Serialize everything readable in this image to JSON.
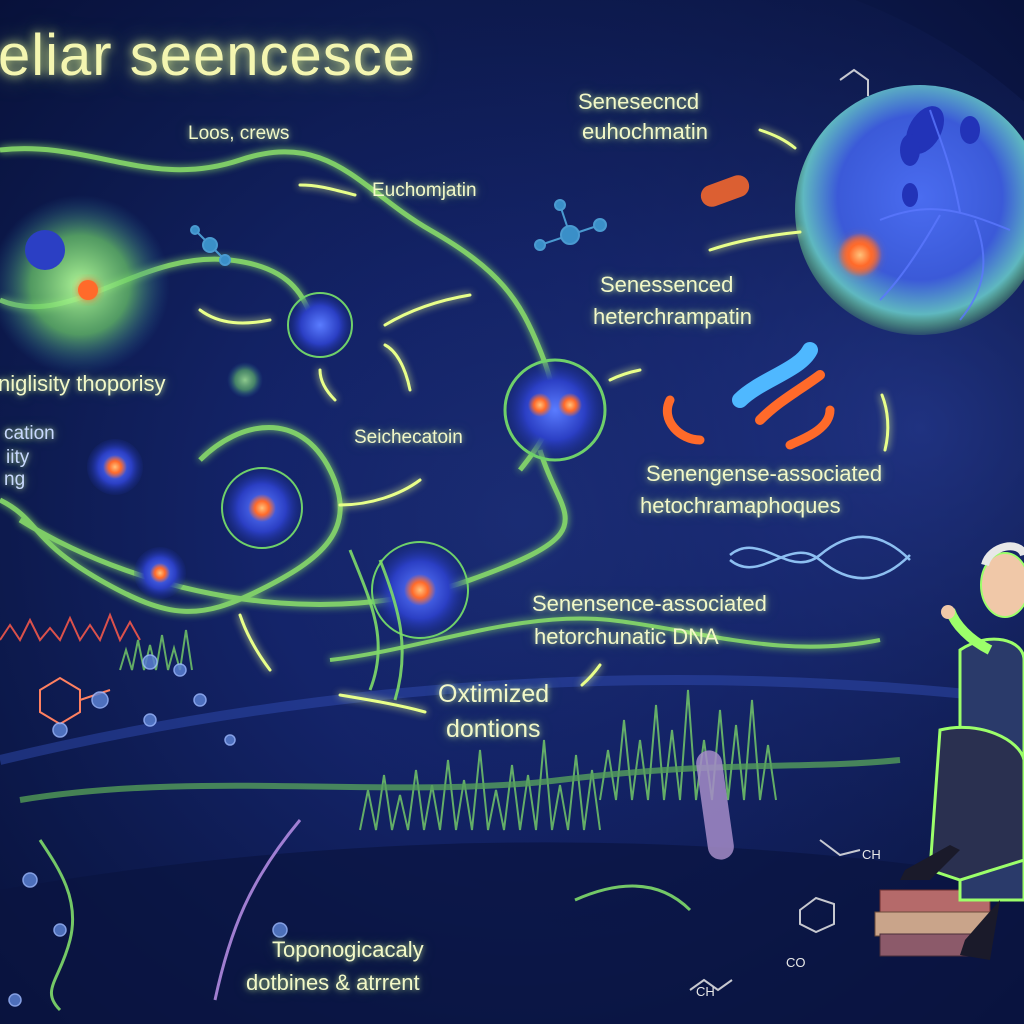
{
  "labels": {
    "title": "eliar seencesce",
    "loos_crews": "Loos, crews",
    "euchromatin_top": "Euchomjatin",
    "senesced_euchromatin_1": "Senesecncd",
    "senesced_euchromatin_2": "euhochmatin",
    "senescenced_hetero_1": "Senessenced",
    "senescenced_hetero_2": "heterchrampatin",
    "migility": "niglisity thoporisy",
    "cation_1": "cation",
    "cation_2": "iity",
    "cation_3": "ng",
    "seichecatoin": "Seichecatoin",
    "sasf_1": "Senengense-associated",
    "sasf_2": "hetochramaphoques",
    "sahd_1": "Senensence-associated",
    "sahd_2": "hetorchunatic DNA",
    "oxtimized_1": "Oxtimized",
    "oxtimized_2": "dontions",
    "topo_1": "Toponogicacaly",
    "topo_2": "dotbines & atrrent",
    "chem_ch_1": "CH",
    "chem_co": "CO",
    "chem_ch_2": "CH"
  },
  "palette": {
    "background": "#0d1a4e",
    "chromatin_green": "#8be06a",
    "nucleus_blue": "#3a4fd8",
    "nucleus_orange": "#ff6a2a",
    "label_glow": "#f2f8c8"
  }
}
